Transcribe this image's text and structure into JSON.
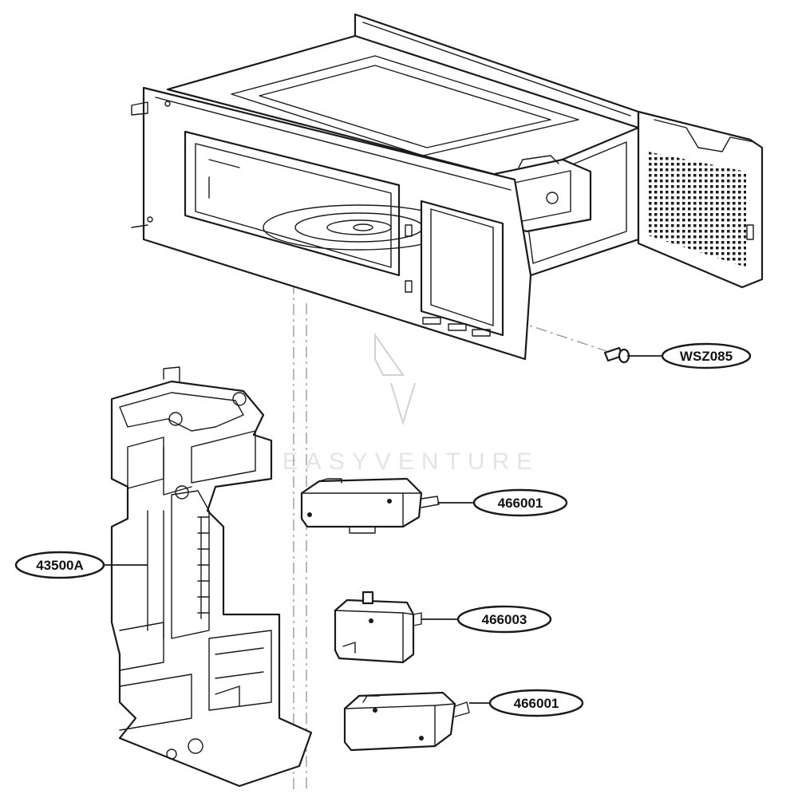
{
  "callouts": [
    {
      "id": "wsz085",
      "label": "WSZ085"
    },
    {
      "id": "466001a",
      "label": "466001"
    },
    {
      "id": "43500a",
      "label": "43500A"
    },
    {
      "id": "466003",
      "label": "466003"
    },
    {
      "id": "466001b",
      "label": "466001"
    }
  ],
  "watermark": {
    "text": "EASYVENTURE"
  },
  "colors": {
    "line": "#1a1a1a",
    "background": "#ffffff",
    "dash": "#9a9a9a"
  }
}
